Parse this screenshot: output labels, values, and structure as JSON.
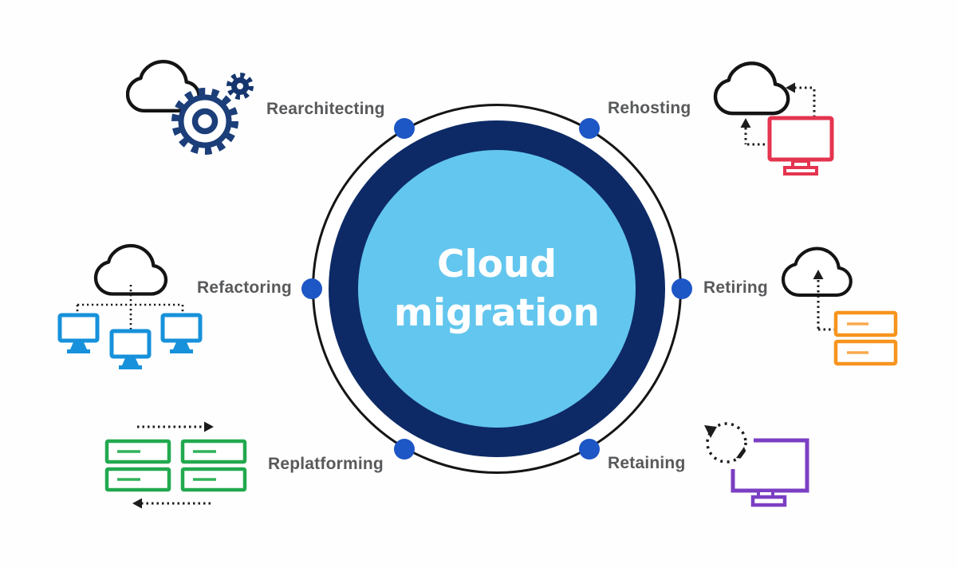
{
  "title": {
    "line1": "Cloud",
    "line2": "migration"
  },
  "items": [
    {
      "id": "rearchitecting",
      "label": "Rearchitecting",
      "icon": "cloud-gears-icon",
      "accent_color": "#1c3e79",
      "position": "top-left"
    },
    {
      "id": "rehosting",
      "label": "Rehosting",
      "icon": "cloud-monitor-icon",
      "accent_color": "#e4344f",
      "position": "top-right"
    },
    {
      "id": "refactoring",
      "label": "Refactoring",
      "icon": "cloud-monitors-icon",
      "accent_color": "#1791db",
      "position": "middle-left"
    },
    {
      "id": "retiring",
      "label": "Retiring",
      "icon": "cloud-servers-icon",
      "accent_color": "#f7941e",
      "position": "middle-right"
    },
    {
      "id": "replatforming",
      "label": "Replatforming",
      "icon": "servers-swap-icon",
      "accent_color": "#22a94f",
      "position": "bottom-left"
    },
    {
      "id": "retaining",
      "label": "Retaining",
      "icon": "monitor-refresh-icon",
      "accent_color": "#7b3fc3",
      "position": "bottom-right"
    }
  ],
  "colors": {
    "ring_navy": "#0d2a66",
    "center_sky": "#63c6ee",
    "node_dot_blue": "#1d56c5",
    "label_gray": "#58595b",
    "outline_black": "#151515",
    "title_white": "#ffffff"
  }
}
